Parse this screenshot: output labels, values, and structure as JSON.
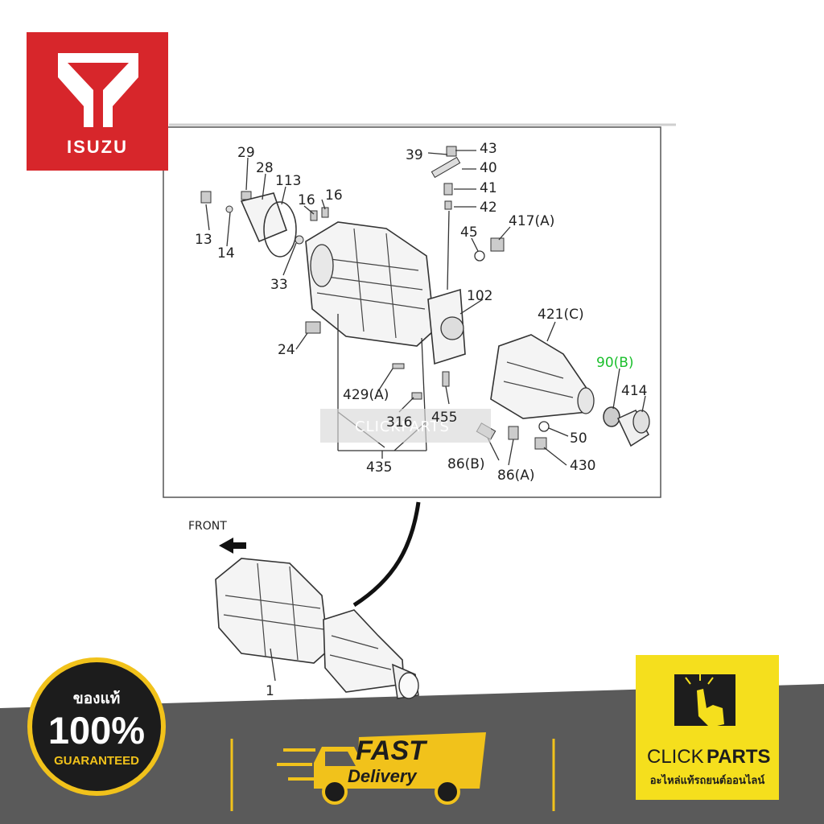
{
  "brand": {
    "logo_text": "ISUZU",
    "logo_color": "#d7262b"
  },
  "diagram": {
    "labels": {
      "p29": "29",
      "p28": "28",
      "p113": "113",
      "p16a": "16",
      "p16b": "16",
      "p13": "13",
      "p14": "14",
      "p33": "33",
      "p24": "24",
      "p39": "39",
      "p43": "43",
      "p40": "40",
      "p41": "41",
      "p42": "42",
      "p45": "45",
      "p417": "417(A)",
      "p102": "102",
      "p421": "421(C)",
      "p90": "90(B)",
      "p414": "414",
      "p429": "429(A)",
      "p316": "316",
      "p455": "455",
      "p50": "50",
      "p435": "435",
      "p86b": "86(B)",
      "p86a": "86(A)",
      "p430": "430",
      "p1": "1",
      "front": "FRONT"
    },
    "highlight_color": "#1bbf2c",
    "watermark": "CLICKPARTS"
  },
  "footer": {
    "badge": {
      "line1": "ของแท้",
      "line2": "100%",
      "line3": "GUARANTEED"
    },
    "delivery": {
      "line1": "FAST",
      "line2": "Delivery"
    },
    "clickparts": {
      "name_light": "CLICK",
      "name_bold": "PARTS",
      "tagline": "อะไหล่แท้รถยนต์ออนไลน์",
      "bg_color": "#f5df1d"
    },
    "band_color": "#5a5a5a"
  }
}
